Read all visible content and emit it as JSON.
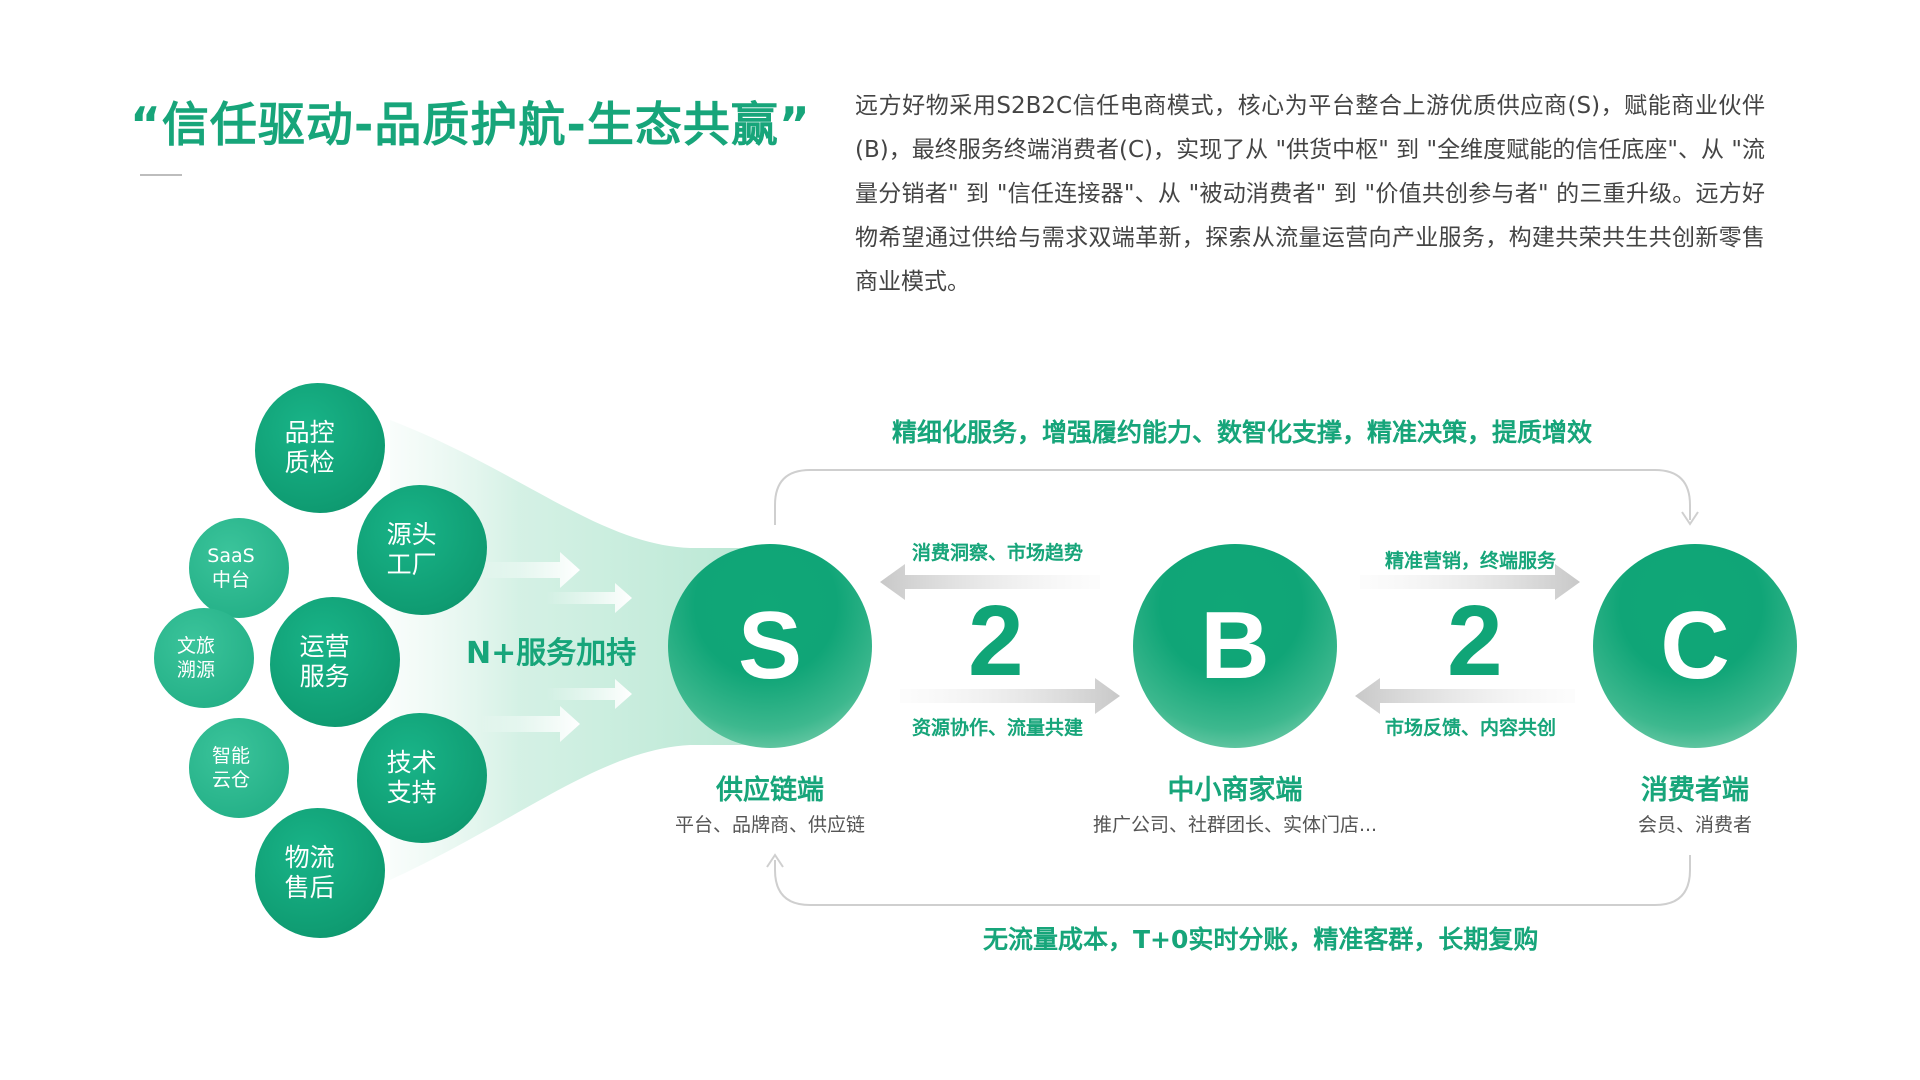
{
  "header": {
    "title": "“信任驱动-品质护航-生态共赢”",
    "intro": "远方好物采用S2B2C信任电商模式，核心为平台整合上游优质供应商(S)，赋能商业伙伴(B)，最终服务终端消费者(C)，实现了从 \"供货中枢\" 到 \"全维度赋能的信任底座\"、从 \"流量分销者\" 到 \"信任连接器\"、从 \"被动消费者\" 到 \"价值共创参与者\" 的三重升级。远方好物希望通过供给与需求双端革新，探索从流量运营向产业服务，构建共荣共生共创新零售商业模式。"
  },
  "services": {
    "quality": [
      "品控",
      "质检"
    ],
    "source": [
      "源头",
      "工厂"
    ],
    "saas": [
      "SaaS",
      "中台"
    ],
    "ops": [
      "运营",
      "服务"
    ],
    "culture": [
      "文旅",
      "溯源"
    ],
    "warehouse": [
      "智能",
      "云仓"
    ],
    "tech": [
      "技术",
      "支持"
    ],
    "logistics": [
      "物流",
      "售后"
    ],
    "label": "N+服务加持"
  },
  "nodes": {
    "s": {
      "letter": "S",
      "title": "供应链端",
      "sub": "平台、品牌商、供应链"
    },
    "b": {
      "letter": "B",
      "title": "中小商家端",
      "sub": "推广公司、社群团长、实体门店..."
    },
    "c": {
      "letter": "C",
      "title": "消费者端",
      "sub": "会员、消费者"
    },
    "two": "2"
  },
  "flows": {
    "sb_top": "消费洞察、市场趋势",
    "sb_bottom": "资源协作、流量共建",
    "bc_top": "精准营销，终端服务",
    "bc_bottom": "市场反馈、内容共创"
  },
  "loops": {
    "top": "精细化服务，增强履约能力、数智化支撑，精准决策，提质增效",
    "bottom": "无流量成本，T+0实时分账，精准客群，长期复购"
  },
  "colors": {
    "primary": "#17a57a",
    "bubble_light": "#25b188",
    "text": "#444444"
  }
}
